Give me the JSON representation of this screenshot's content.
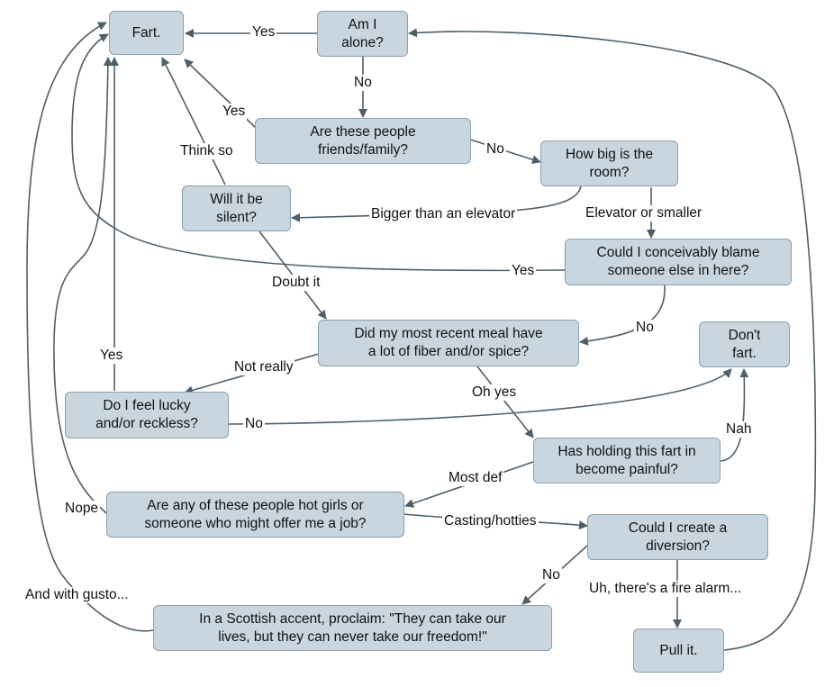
{
  "nodes": {
    "fart": "Fart.",
    "alone": [
      "Am I",
      "alone?"
    ],
    "friends": [
      "Are these people",
      "friends/family?"
    ],
    "room": [
      "How big is the",
      "room?"
    ],
    "silent": [
      "Will it be",
      "silent?"
    ],
    "blame": [
      "Could I conceivably blame",
      "someone else in here?"
    ],
    "meal": [
      "Did my most recent meal have",
      "a lot of fiber and/or spice?"
    ],
    "dont": [
      "Don't",
      "fart."
    ],
    "lucky": [
      "Do I feel lucky",
      "and/or reckless?"
    ],
    "painful": [
      "Has holding this fart in",
      "become painful?"
    ],
    "hot": [
      "Are any of these people hot girls or",
      "someone who might offer me a job?"
    ],
    "diversion": [
      "Could I create a",
      "diversion?"
    ],
    "scottish": [
      "In a Scottish accent, proclaim: \"They can take our",
      "lives, but they can never take our freedom!\""
    ],
    "pull": "Pull it."
  },
  "edges": {
    "alone_yes": "Yes",
    "alone_no": "No",
    "friends_yes": "Yes",
    "friends_no": "No",
    "room_bigger": "Bigger than an elevator",
    "room_smaller": "Elevator or smaller",
    "silent_think": "Think so",
    "silent_doubt": "Doubt it",
    "blame_yes": "Yes",
    "blame_no": "No",
    "meal_notreally": "Not really",
    "meal_ohyes": "Oh yes",
    "lucky_yes": "Yes",
    "lucky_no": "No",
    "painful_nah": "Nah",
    "painful_mostdef": "Most def",
    "hot_nope": "Nope",
    "hot_casting": "Casting/hotties",
    "div_no": "No",
    "div_fire": "Uh, there's a fire alarm...",
    "scottish_gusto": "And with gusto..."
  },
  "colors": {
    "box_fill": "#c9d6e0",
    "box_border": "#8aa0b0",
    "arrow": "#4f5f69"
  }
}
